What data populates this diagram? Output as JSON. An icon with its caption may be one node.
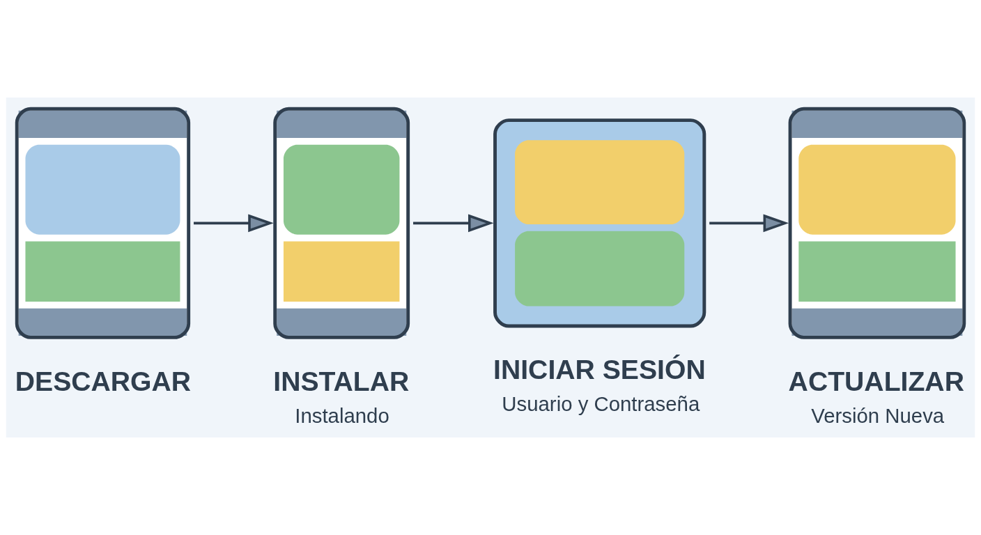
{
  "diagram": {
    "nodes": [
      {
        "text": [
          "DESCARGAR"
        ]
      },
      {
        "text": [
          "INSTALAR",
          "Instalando"
        ]
      },
      {
        "text": [
          "INICIAR SESIÓN",
          "Usuario y Contraseña"
        ]
      },
      {
        "text": [
          "ACTUALIZAR",
          "Versión Nueva"
        ]
      }
    ],
    "edges": [
      {
        "from": 0,
        "to": 1,
        "arrow": "to"
      },
      {
        "from": 1,
        "to": 2,
        "arrow": "to"
      },
      {
        "from": 2,
        "to": 3,
        "arrow": "to"
      }
    ]
  }
}
